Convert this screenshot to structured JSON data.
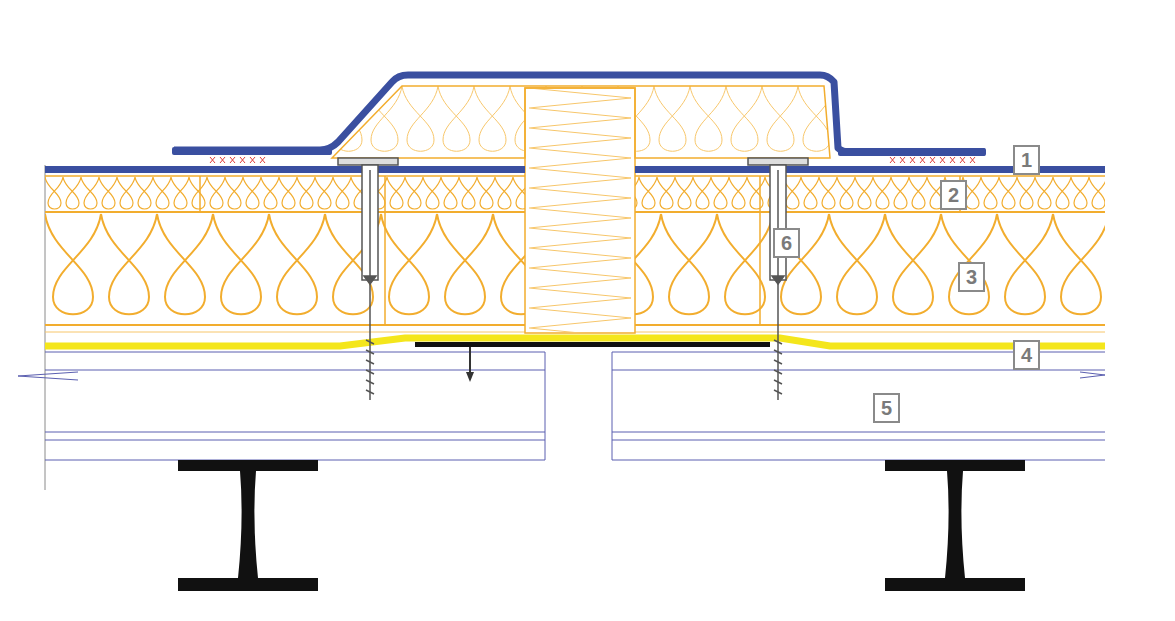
{
  "diagram": {
    "labels": [
      "1",
      "2",
      "6",
      "3",
      "4",
      "5"
    ]
  }
}
